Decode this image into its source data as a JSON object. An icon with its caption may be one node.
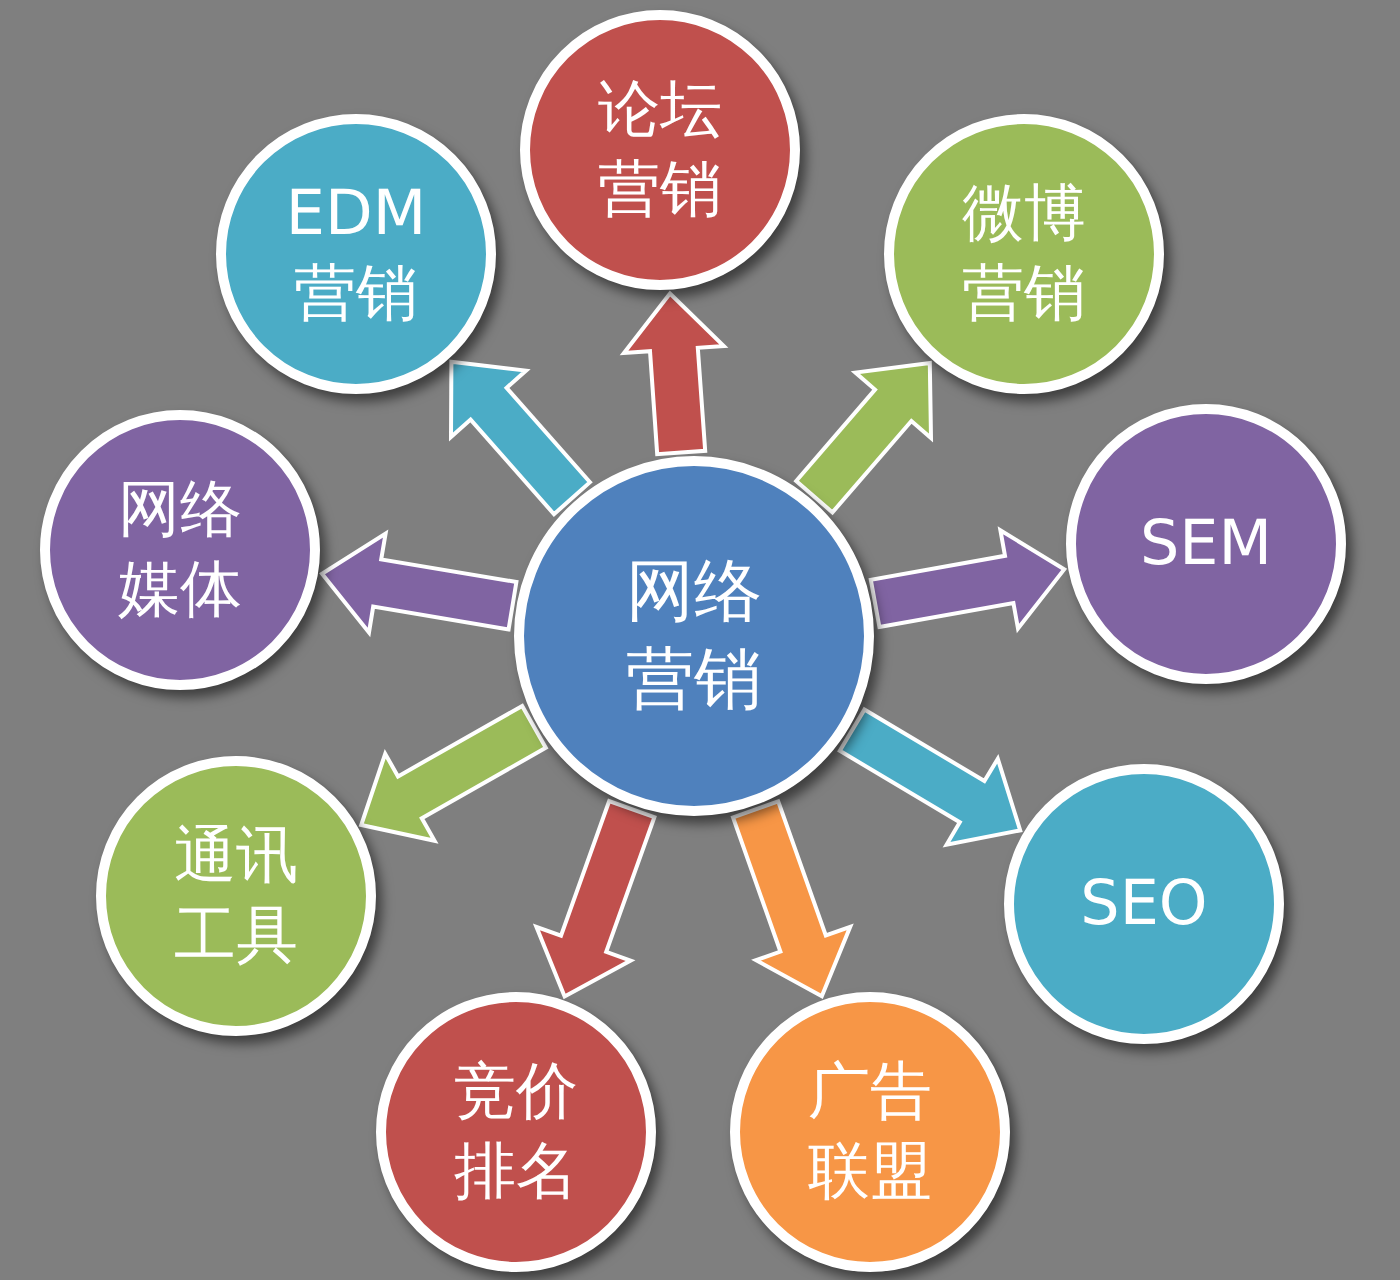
{
  "diagram": {
    "nodes": [
      {
        "text": [
          "网络营销"
        ]
      },
      {
        "text": [
          "论坛营销"
        ]
      },
      {
        "text": [
          "微博营销"
        ]
      },
      {
        "text": [
          "SEM"
        ]
      },
      {
        "text": [
          "SEO"
        ]
      },
      {
        "text": [
          "广告联盟"
        ]
      },
      {
        "text": [
          "竞价排名"
        ]
      },
      {
        "text": [
          "通讯工具"
        ]
      },
      {
        "text": [
          "网络媒体"
        ]
      },
      {
        "text": [
          "EDM营销"
        ]
      }
    ],
    "edges": [
      {
        "from": 0,
        "to": 1,
        "arrow": "to",
        "color": "#c0504d"
      },
      {
        "from": 0,
        "to": 2,
        "arrow": "to",
        "color": "#9bbb59"
      },
      {
        "from": 0,
        "to": 3,
        "arrow": "to",
        "color": "#8064a2"
      },
      {
        "from": 0,
        "to": 4,
        "arrow": "to",
        "color": "#4bacc6"
      },
      {
        "from": 0,
        "to": 5,
        "arrow": "to",
        "color": "#f79646"
      },
      {
        "from": 0,
        "to": 6,
        "arrow": "to",
        "color": "#c0504d"
      },
      {
        "from": 0,
        "to": 7,
        "arrow": "to",
        "color": "#9bbb59"
      },
      {
        "from": 0,
        "to": 8,
        "arrow": "to",
        "color": "#8064a2"
      },
      {
        "from": 0,
        "to": 9,
        "arrow": "to",
        "color": "#4bacc6"
      }
    ]
  }
}
